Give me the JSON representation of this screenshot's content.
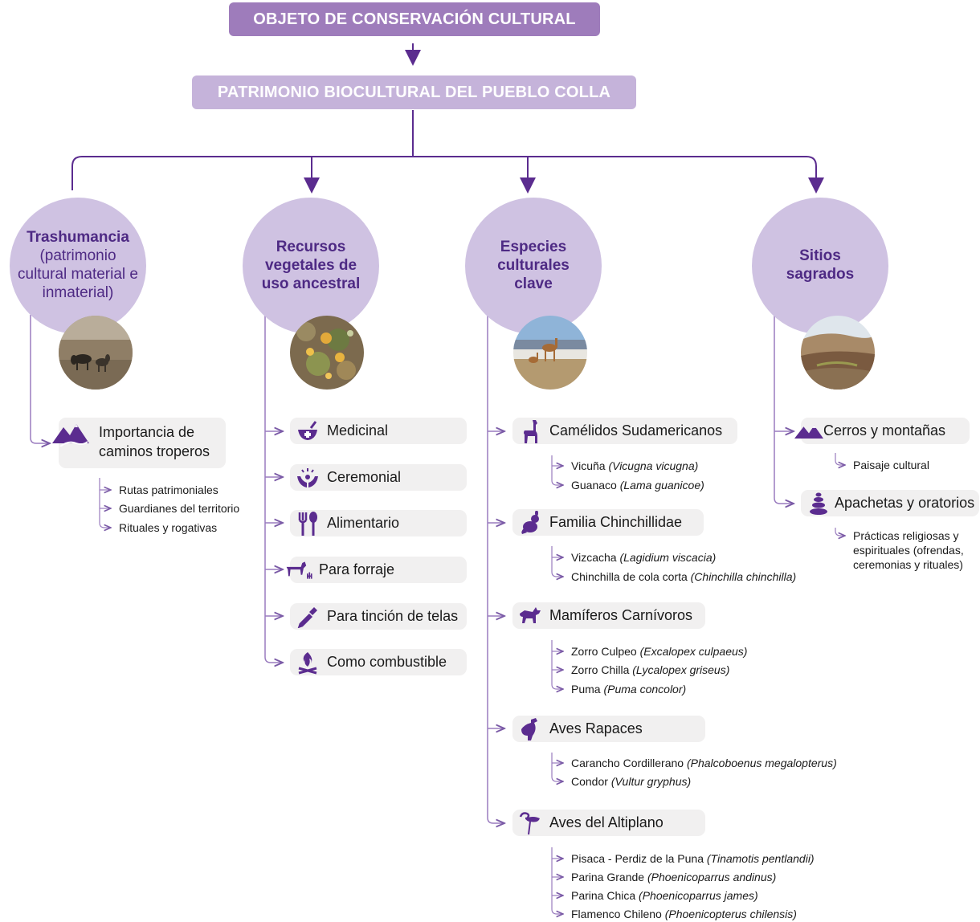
{
  "top_box": "OBJETO DE CONSERVACIÓN CULTURAL",
  "second_box": "PATRIMONIO BIOCULTURAL DEL PUEBLO COLLA",
  "categories": [
    {
      "title_line1": "Trashumancia",
      "title_rest": "(patrimonio cultural material e inmaterial)"
    },
    {
      "title_line1": "Recursos vegetales de uso ancestral",
      "title_rest": ""
    },
    {
      "title_line1": "Especies culturales clave",
      "title_rest": ""
    },
    {
      "title_line1": "Sitios sagrados",
      "title_rest": ""
    }
  ],
  "trashumancia": {
    "pill_line1": "Importancia de",
    "pill_line2": "caminos troperos",
    "pill_icon": "mountains-path-icon",
    "subitems": [
      "Rutas patrimoniales",
      "Guardianes del territorio",
      "Rituales y rogativas"
    ]
  },
  "recursos": [
    {
      "label": "Medicinal",
      "icon": "mortar-pestle-icon"
    },
    {
      "label": "Ceremonial",
      "icon": "hands-offering-icon"
    },
    {
      "label": "Alimentario",
      "icon": "fork-spoon-icon"
    },
    {
      "label": "Para forraje",
      "icon": "goat-grass-icon"
    },
    {
      "label": "Para tinción de telas",
      "icon": "dropper-icon"
    },
    {
      "label": "Como combustible",
      "icon": "campfire-icon"
    }
  ],
  "especies": [
    {
      "label": "Camélidos Sudamericanos",
      "icon": "llama-icon",
      "items": [
        {
          "common": "Vicuña ",
          "sci": "(Vicugna vicugna)"
        },
        {
          "common": "Guanaco ",
          "sci": "(Lama guanicoe)"
        }
      ]
    },
    {
      "label": "Familia Chinchillidae",
      "icon": "chinchilla-icon",
      "items": [
        {
          "common": "Vizcacha ",
          "sci": "(Lagidium viscacia)"
        },
        {
          "common": "Chinchilla de cola corta ",
          "sci": "(Chinchilla chinchilla)"
        }
      ]
    },
    {
      "label": "Mamíferos Carnívoros",
      "icon": "fox-icon",
      "items": [
        {
          "common": "Zorro Culpeo ",
          "sci": "(Excalopex culpaeus)"
        },
        {
          "common": "Zorro Chilla ",
          "sci": "(Lycalopex griseus)"
        },
        {
          "common": "Puma ",
          "sci": "(Puma concolor)"
        }
      ]
    },
    {
      "label": "Aves Rapaces",
      "icon": "condor-icon",
      "items": [
        {
          "common": "Carancho Cordillerano ",
          "sci": "(Phalcoboenus megalopterus)"
        },
        {
          "common": "Condor ",
          "sci": "(Vultur gryphus)"
        }
      ]
    },
    {
      "label": "Aves del Altiplano",
      "icon": "flamingo-icon",
      "items": [
        {
          "common": "Pisaca - Perdiz de la Puna ",
          "sci": "(Tinamotis pentlandii)"
        },
        {
          "common": "Parina Grande ",
          "sci": "(Phoenicoparrus andinus)"
        },
        {
          "common": "Parina Chica ",
          "sci": "(Phoenicoparrus james)"
        },
        {
          "common": "Flamenco Chileno ",
          "sci": "(Phoenicopterus chilensis)"
        }
      ]
    }
  ],
  "sitios": [
    {
      "label": "Cerros y montañas",
      "icon": "mountains-icon",
      "items": [
        "Paisaje cultural"
      ]
    },
    {
      "label": "Apachetas y oratorios",
      "icon": "stone-stack-icon",
      "items_lines": [
        "Prácticas religiosas y",
        "espirituales (ofrendas,",
        "ceremonias y rituales)"
      ]
    }
  ],
  "colors": {
    "purple_dark": "#5b2c8f",
    "purple_box": "#9e7cbb",
    "purple_light": "#c5b3da",
    "circle_fill": "#cfc2e2",
    "pill_fill": "#f1f0f0"
  }
}
